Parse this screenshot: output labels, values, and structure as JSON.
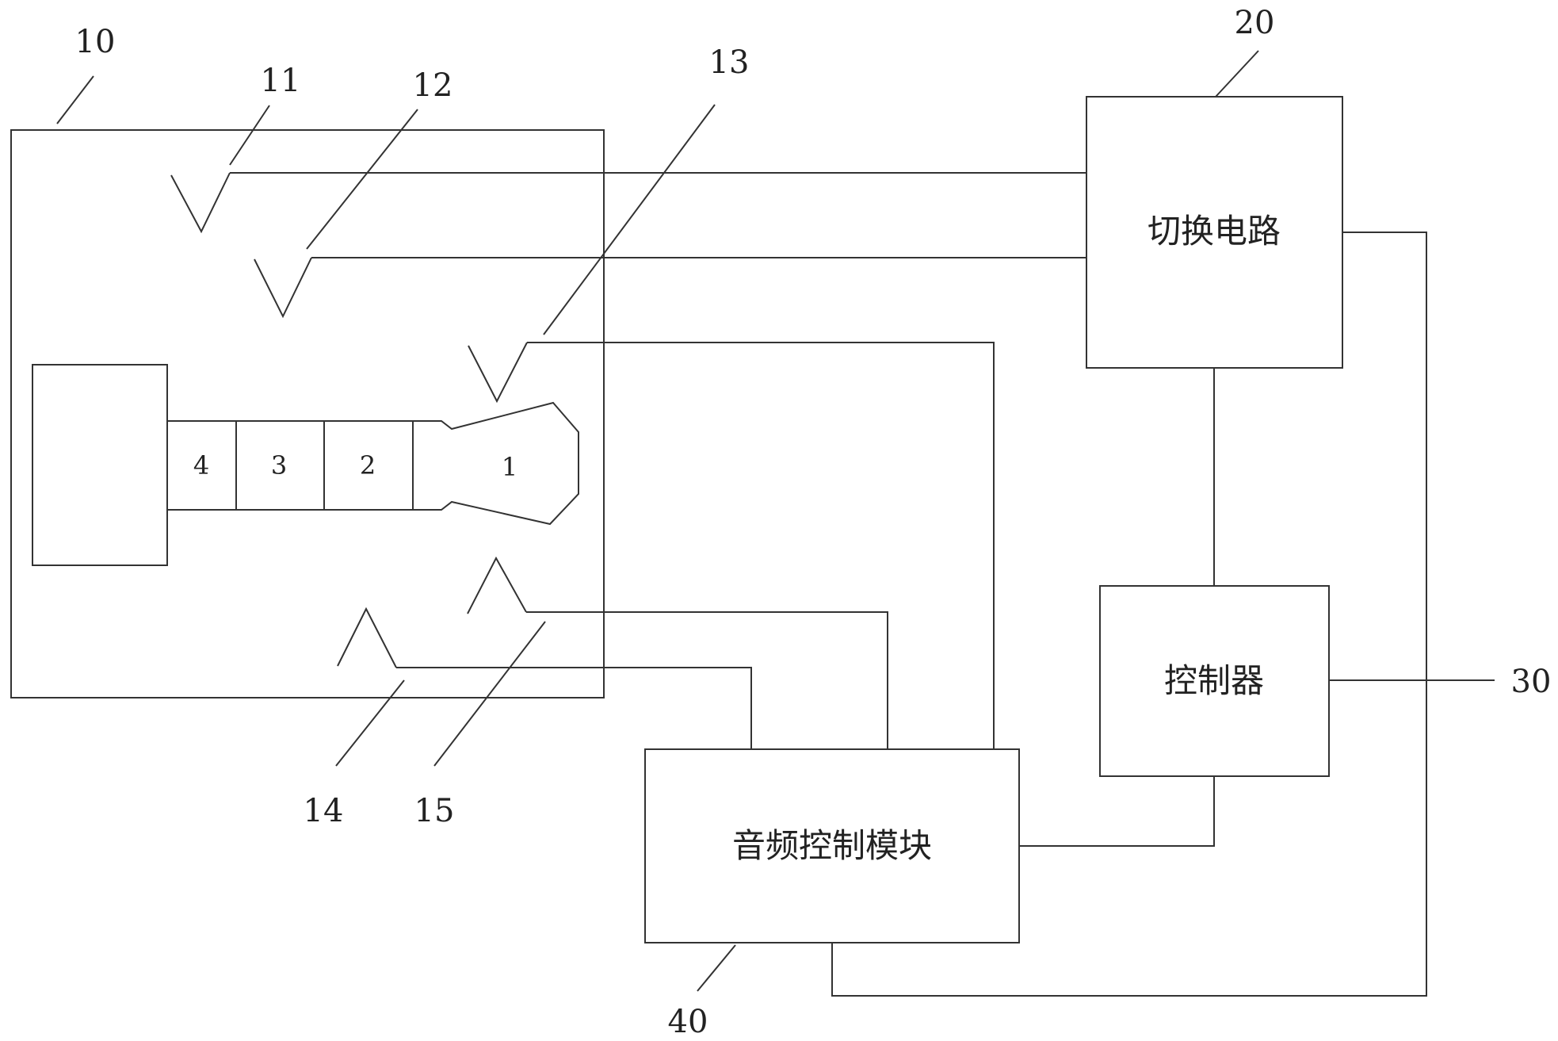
{
  "diagram": {
    "ref_labels": {
      "jack_socket": "10",
      "contact_11": "11",
      "contact_12": "12",
      "contact_13": "13",
      "contact_14": "14",
      "contact_15": "15",
      "switching_circuit": "20",
      "output_30": "30",
      "audio_module": "40"
    },
    "plug_segments": [
      "4",
      "3",
      "2",
      "1"
    ],
    "blocks": {
      "switching_circuit": "切换电路",
      "controller": "控制器",
      "audio_module": "音频控制模块"
    }
  }
}
